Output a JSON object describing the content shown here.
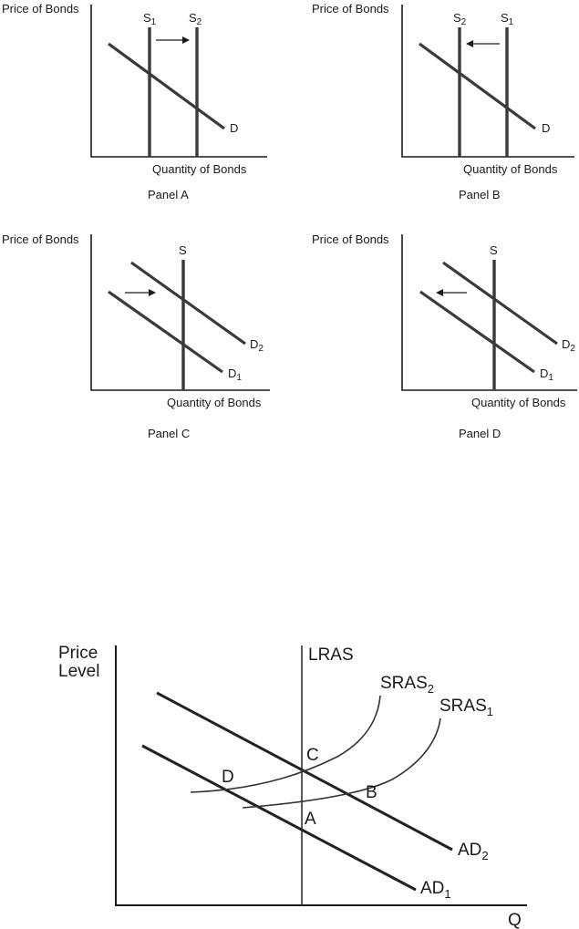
{
  "panels": {
    "a": {
      "y_label": "Price of Bonds",
      "x_label": "Quantity of Bonds",
      "caption": "Panel A",
      "supply_left": {
        "base": "S",
        "sub": "1"
      },
      "supply_right": {
        "base": "S",
        "sub": "2"
      },
      "demand": {
        "base": "D",
        "sub": ""
      }
    },
    "b": {
      "y_label": "Price of Bonds",
      "x_label": "Quantity of Bonds",
      "caption": "Panel B",
      "supply_left": {
        "base": "S",
        "sub": "2"
      },
      "supply_right": {
        "base": "S",
        "sub": "1"
      },
      "demand": {
        "base": "D",
        "sub": ""
      }
    },
    "c": {
      "y_label": "Price of Bonds",
      "x_label": "Quantity of Bonds",
      "caption": "Panel C",
      "supply": {
        "base": "S",
        "sub": ""
      },
      "demand_upper": {
        "base": "D",
        "sub": "2"
      },
      "demand_lower": {
        "base": "D",
        "sub": "1"
      }
    },
    "d": {
      "y_label": "Price of Bonds",
      "x_label": "Quantity of Bonds",
      "caption": "Panel D",
      "supply": {
        "base": "S",
        "sub": ""
      },
      "demand_upper": {
        "base": "D",
        "sub": "2"
      },
      "demand_lower": {
        "base": "D",
        "sub": "1"
      }
    }
  },
  "macro": {
    "y_label_line1": "Price",
    "y_label_line2": "Level",
    "x_label": "Q",
    "lras": "LRAS",
    "sras2": {
      "base": "SRAS",
      "sub": "2"
    },
    "sras1": {
      "base": "SRAS",
      "sub": "1"
    },
    "ad2": {
      "base": "AD",
      "sub": "2"
    },
    "ad1": {
      "base": "AD",
      "sub": "1"
    },
    "point_a": "A",
    "point_b": "B",
    "point_c": "C",
    "point_d": "D"
  }
}
